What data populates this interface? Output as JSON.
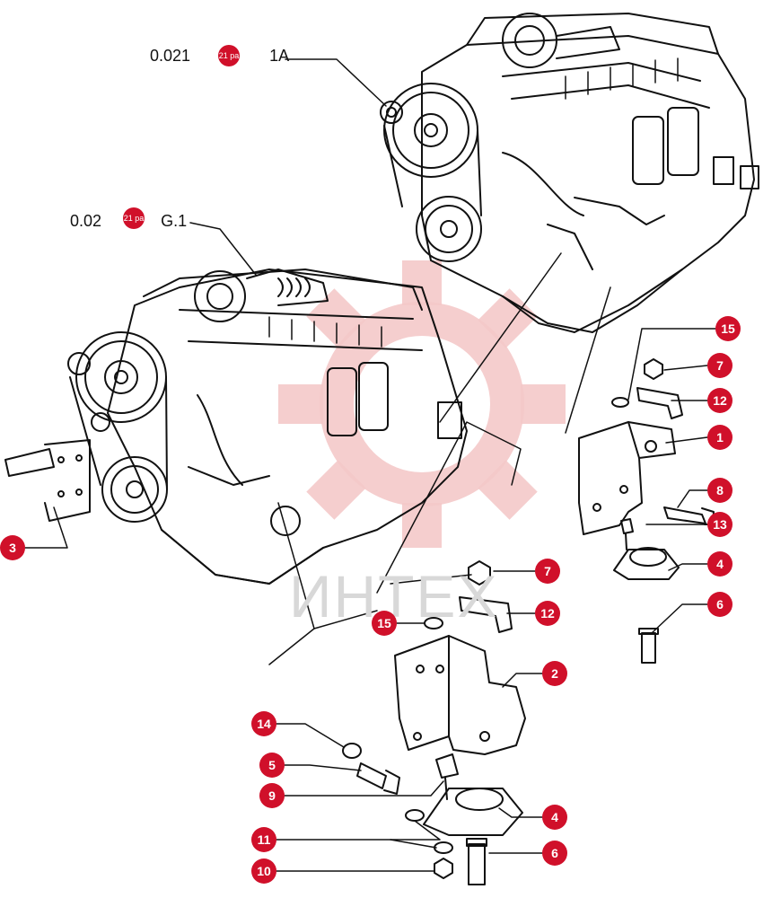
{
  "references": {
    "upper": "0.021",
    "upper_suffix": "1A",
    "lower": "0.02",
    "lower_suffix": "G.1",
    "link_label": "21 pa"
  },
  "watermark": "ИНТЕХ",
  "callouts": [
    "15",
    "7",
    "12",
    "1",
    "8",
    "13",
    "4",
    "6",
    "3",
    "7",
    "12",
    "15",
    "2",
    "14",
    "5",
    "9",
    "4",
    "11",
    "6",
    "10"
  ],
  "colors": {
    "callout": "#d0102a",
    "line": "#111111",
    "watermark": "#f4c9c9"
  }
}
